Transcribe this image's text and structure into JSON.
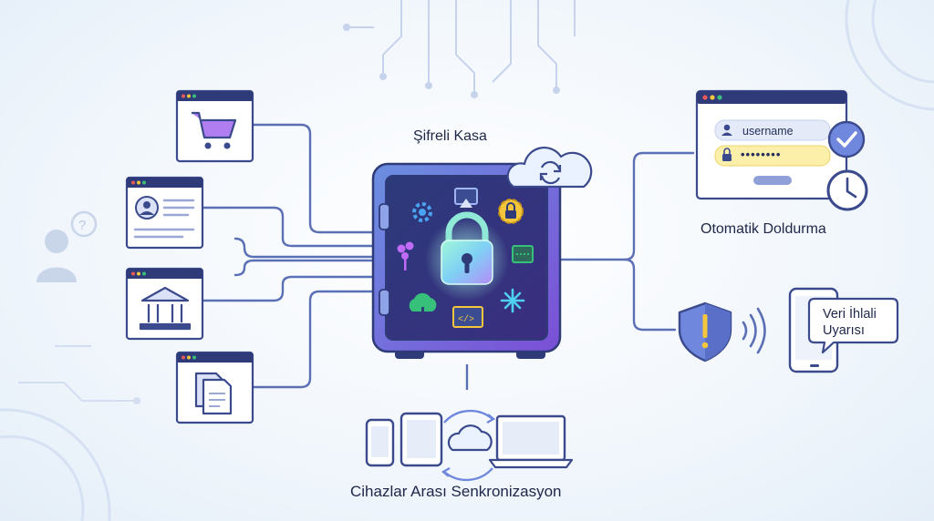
{
  "vault": {
    "title": "Şifreli Kasa"
  },
  "autofill": {
    "label": "Otomatik Doldurma",
    "username": "username",
    "password": "••••••••"
  },
  "alert": {
    "line1": "Veri İhlali",
    "line2": "Uyarısı"
  },
  "sync": {
    "label": "Cihazlar Arası Senkronizasyon"
  },
  "icons": {
    "left_windows": [
      "shopping-cart-icon",
      "user-profile-card-icon",
      "bank-icon",
      "documents-icon"
    ],
    "vault_items": [
      "gear-icon",
      "airplay-icon",
      "lock-gear-icon",
      "leaf-icon",
      "password-card-icon",
      "cloud-tree-icon",
      "sparkle-icon",
      "code-window-icon"
    ],
    "devices": [
      "phone-icon",
      "tablet-icon",
      "laptop-icon"
    ]
  },
  "colors": {
    "outline": "#3a4a8c",
    "line": "#5b6fb5",
    "vault_body": "#5f62c9",
    "vault_inner": "#2f3a78",
    "accent_purple": "#a25de8",
    "accent_yellow": "#f4c63c",
    "accent_green": "#36c07a",
    "lock_glow": "#7ff0d0"
  }
}
